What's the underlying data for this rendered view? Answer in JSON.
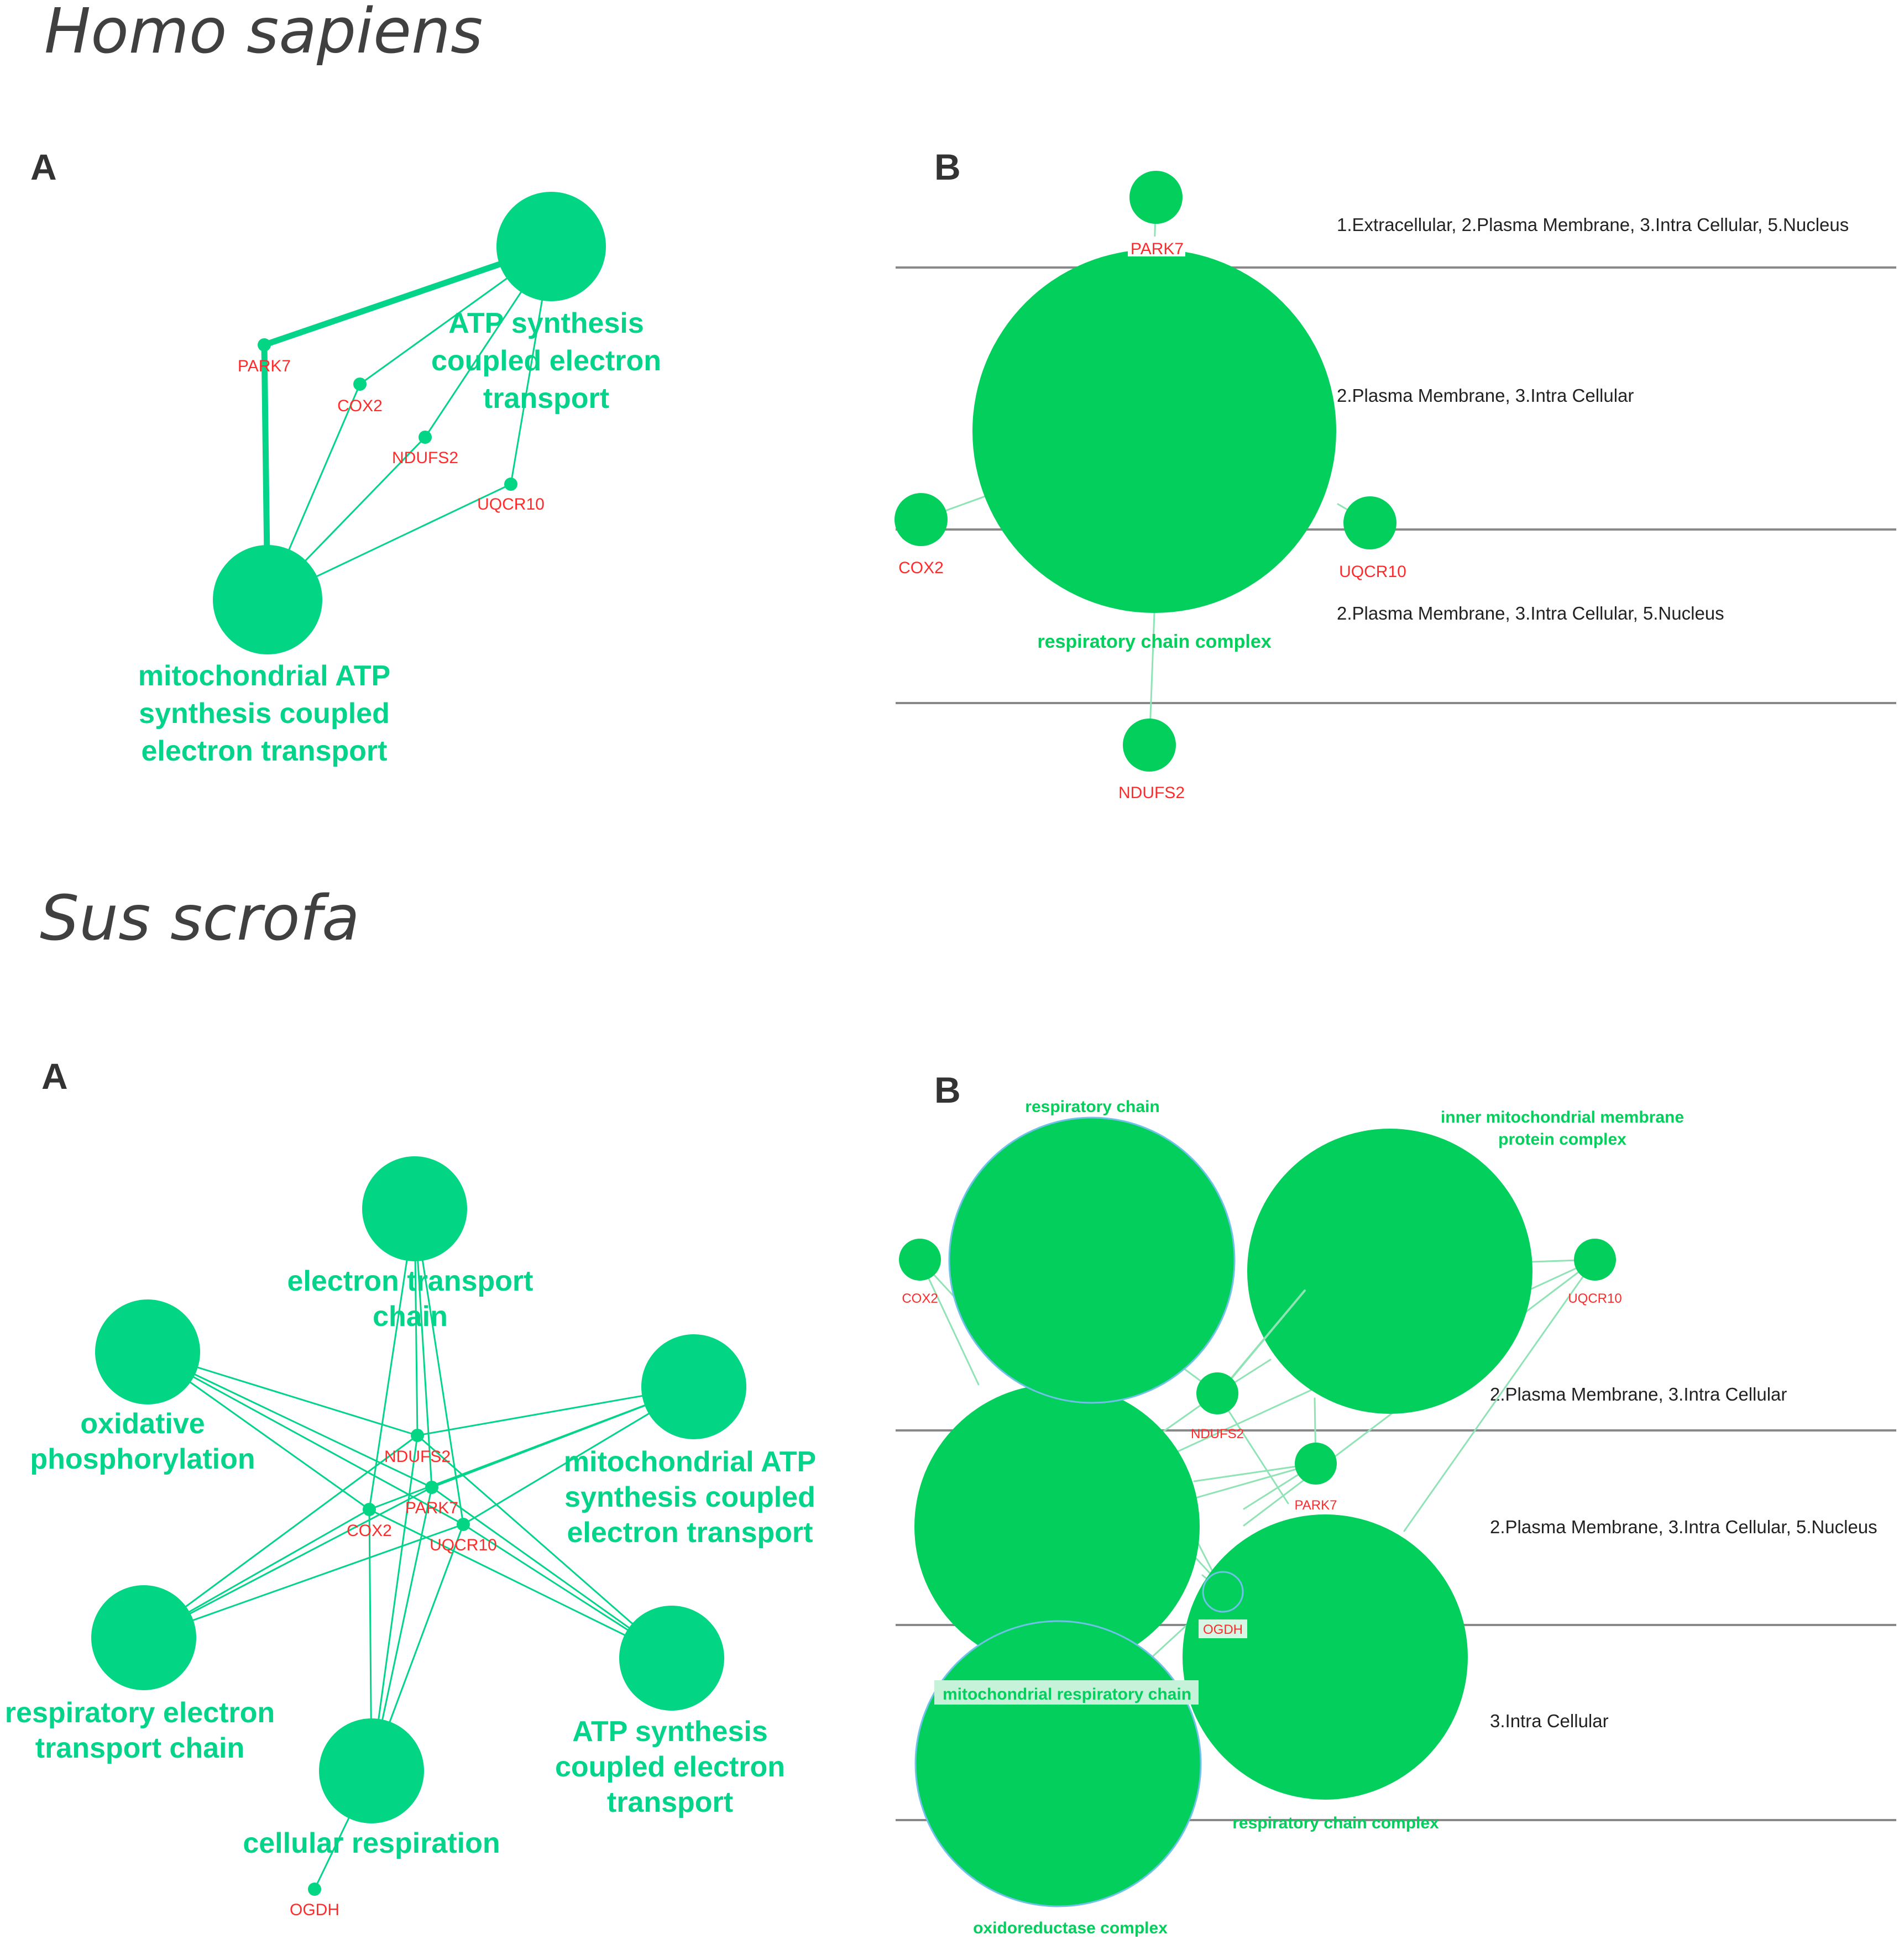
{
  "colors": {
    "panelA_node": "#02d685",
    "panelA_edge": "#03d48a",
    "panelA_term_text": "#03d48a",
    "panelB_node": "#03cf5c",
    "panelB_edge": "#8fe3b5",
    "panelB_term_text": "#03cf5c",
    "gene_text": "#ff2a2a",
    "layer_line": "#888888",
    "species_text": "#404040"
  },
  "sections": [
    {
      "species": "Homo sapiens",
      "panel_a": {
        "letter": "A",
        "terms": [
          {
            "id": "t1",
            "lines": [
              "ATP synthesis",
              "coupled electron",
              "transport"
            ]
          },
          {
            "id": "t2",
            "lines": [
              "mitochondrial ATP",
              "synthesis coupled",
              "electron transport"
            ]
          }
        ],
        "genes": [
          "PARK7",
          "COX2",
          "NDUFS2",
          "UQCR10"
        ]
      },
      "panel_b": {
        "letter": "B",
        "layers": [
          "1.Extracellular, 2.Plasma Membrane, 3.Intra Cellular, 5.Nucleus",
          "2.Plasma Membrane, 3.Intra Cellular",
          "2.Plasma Membrane, 3.Intra Cellular, 5.Nucleus"
        ],
        "terms": [
          "respiratory chain complex"
        ],
        "genes": [
          "PARK7",
          "COX2",
          "UQCR10",
          "NDUFS2"
        ]
      }
    },
    {
      "species": "Sus scrofa",
      "panel_a": {
        "letter": "A",
        "terms": [
          {
            "id": "t1",
            "lines": [
              "electron transport",
              "chain"
            ]
          },
          {
            "id": "t2",
            "lines": [
              "oxidative",
              "phosphorylation"
            ]
          },
          {
            "id": "t3",
            "lines": [
              "mitochondrial ATP",
              "synthesis coupled",
              "electron transport"
            ]
          },
          {
            "id": "t4",
            "lines": [
              "respiratory electron",
              "transport chain"
            ]
          },
          {
            "id": "t5",
            "lines": [
              "ATP synthesis",
              "coupled electron",
              "transport"
            ]
          },
          {
            "id": "t6",
            "lines": [
              "cellular respiration"
            ]
          }
        ],
        "genes": [
          "NDUFS2",
          "PARK7",
          "COX2",
          "UQCR10",
          "OGDH"
        ]
      },
      "panel_b": {
        "letter": "B",
        "layers": [
          "2.Plasma Membrane, 3.Intra Cellular",
          "2.Plasma Membrane, 3.Intra Cellular, 5.Nucleus",
          "3.Intra Cellular"
        ],
        "terms": [
          {
            "id": "t1",
            "lines": [
              "respiratory chain"
            ]
          },
          {
            "id": "t2",
            "lines": [
              "inner mitochondrial membrane",
              "protein complex"
            ]
          },
          {
            "id": "t3",
            "lines": [
              "mitochondrial respiratory chain"
            ]
          },
          {
            "id": "t4",
            "lines": [
              "respiratory chain complex"
            ]
          },
          {
            "id": "t5",
            "lines": [
              "oxidoreductase complex"
            ]
          }
        ],
        "genes": [
          "COX2",
          "UQCR10",
          "NDUFS2",
          "PARK7",
          "OGDH"
        ]
      }
    }
  ]
}
